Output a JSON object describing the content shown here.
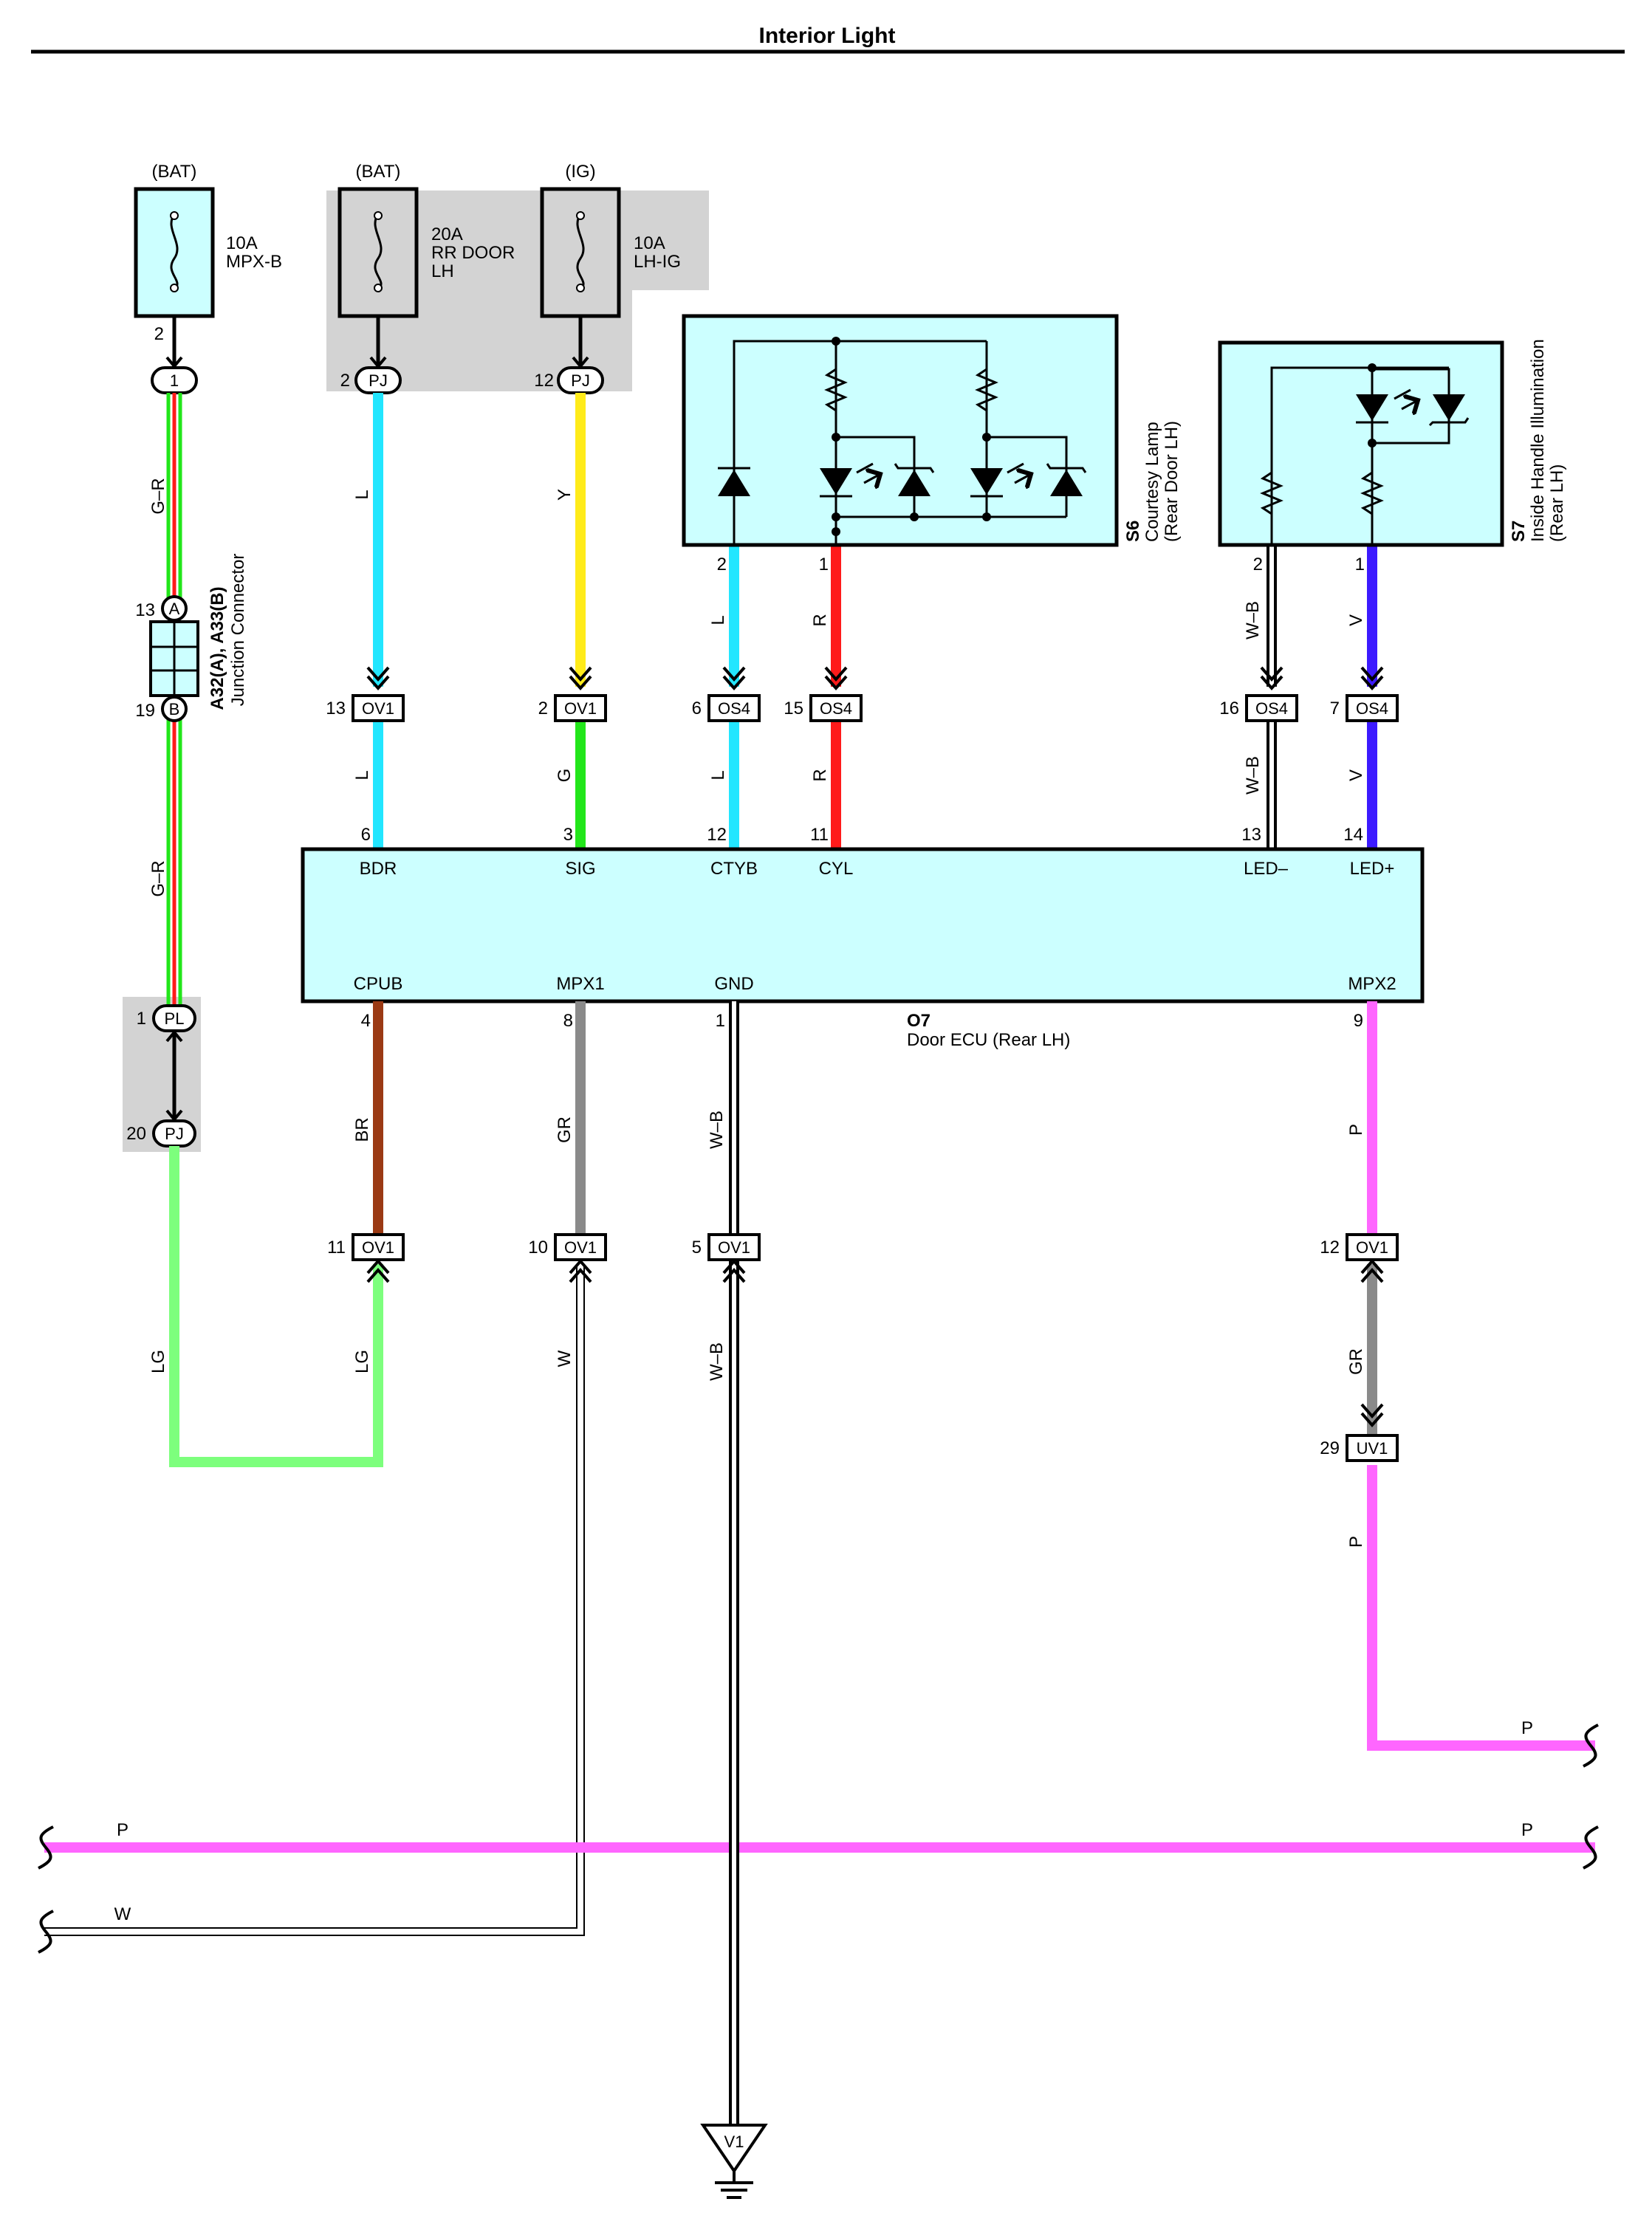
{
  "title": "Interior Light",
  "fuses": [
    {
      "supply": "(BAT)",
      "rating": "10A",
      "name_lines": [
        "MPX-B"
      ],
      "pin": "2",
      "connector": "1"
    },
    {
      "supply": "(BAT)",
      "rating": "20A",
      "name_lines": [
        "RR DOOR",
        "LH"
      ],
      "pin": "2",
      "connector": "PJ"
    },
    {
      "supply": "(IG)",
      "rating": "10A",
      "name_lines": [
        "LH-IG"
      ],
      "pin": "12",
      "connector": "PJ"
    }
  ],
  "junction_connector": {
    "name": "A32(A), A33(B)",
    "description": "Junction Connector",
    "pin_a": {
      "number": "13",
      "letter": "A"
    },
    "pin_b": {
      "number": "19",
      "letter": "B"
    }
  },
  "courtesy_lamp": {
    "id": "S6",
    "lines": [
      "Courtesy Lamp",
      "(Rear Door LH)"
    ],
    "pins": [
      "2",
      "1"
    ]
  },
  "inside_handle": {
    "id": "S7",
    "lines": [
      "Inside Handle Illumination",
      "(Rear LH)"
    ],
    "pins": [
      "2",
      "1"
    ]
  },
  "ecu": {
    "id": "O7",
    "name": "Door ECU (Rear LH)",
    "top_terminals": [
      {
        "label": "BDR",
        "pin": "6"
      },
      {
        "label": "SIG",
        "pin": "3"
      },
      {
        "label": "CTYB",
        "pin": "12"
      },
      {
        "label": "CYL",
        "pin": "11"
      },
      {
        "label": "LED–",
        "pin": "13"
      },
      {
        "label": "LED+",
        "pin": "14"
      }
    ],
    "bottom_terminals": [
      {
        "label": "CPUB",
        "pin": "4"
      },
      {
        "label": "MPX1",
        "pin": "8"
      },
      {
        "label": "GND",
        "pin": "1"
      },
      {
        "label": "MPX2",
        "pin": "9"
      }
    ]
  },
  "upper_connectors": [
    {
      "pin": "13",
      "name": "OV1"
    },
    {
      "pin": "2",
      "name": "OV1"
    },
    {
      "pin": "6",
      "name": "OS4"
    },
    {
      "pin": "15",
      "name": "OS4"
    },
    {
      "pin": "16",
      "name": "OS4"
    },
    {
      "pin": "7",
      "name": "OS4"
    }
  ],
  "lower_connectors": [
    {
      "pin": "11",
      "name": "OV1"
    },
    {
      "pin": "10",
      "name": "OV1"
    },
    {
      "pin": "5",
      "name": "OV1"
    },
    {
      "pin": "12",
      "name": "OV1"
    },
    {
      "pin": "29",
      "name": "UV1"
    }
  ],
  "pl_pj_connectors": [
    {
      "pin": "1",
      "name": "PL"
    },
    {
      "pin": "20",
      "name": "PJ"
    }
  ],
  "wire_labels": {
    "g_r": "G–R",
    "l": "L",
    "y": "Y",
    "g": "G",
    "r": "R",
    "w_b": "W–B",
    "v": "V",
    "br": "BR",
    "gr": "GR",
    "p": "P",
    "lg": "LG",
    "w": "W"
  },
  "ground": "V1",
  "colors": {
    "component_fill": "#ccffff",
    "shade": "#d3d3d3",
    "L": "#22e6ff",
    "Y": "#ffeb1a",
    "G": "#22e61a",
    "R": "#ff1a1a",
    "V": "#3c1aff",
    "BR": "#9b3a14",
    "GR": "#8a8a8a",
    "P": "#ff66ff",
    "LG": "#7dff7d",
    "G_R_green": "#22e61a",
    "G_R_red": "#ff1a1a",
    "W": "#ffffff"
  }
}
